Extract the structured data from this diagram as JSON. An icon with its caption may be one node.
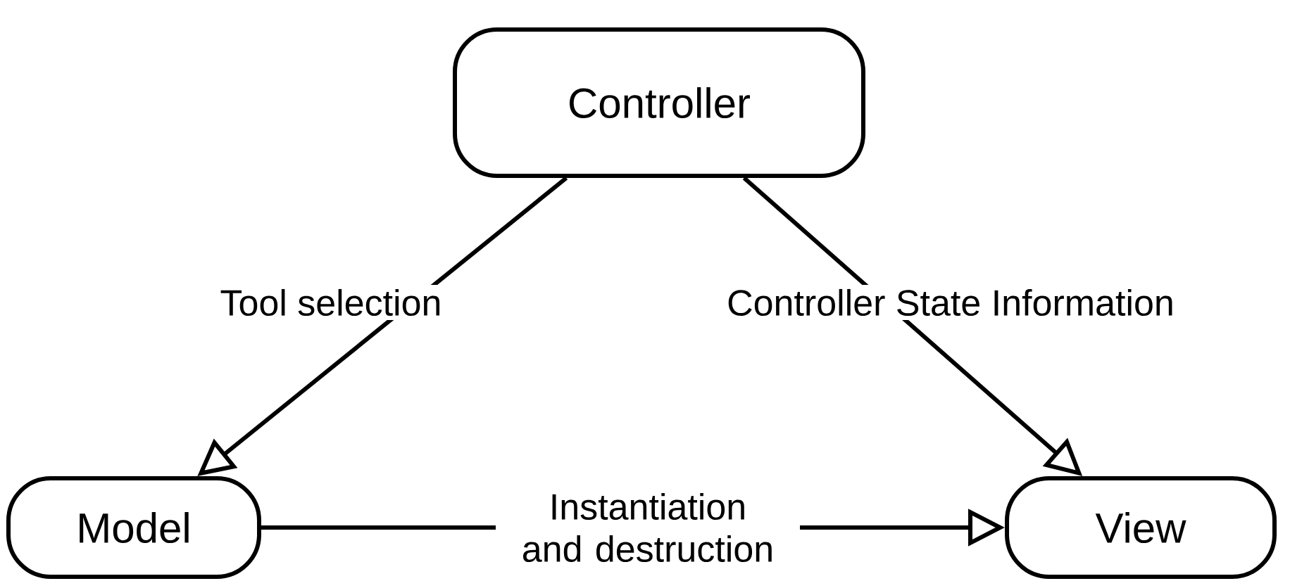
{
  "diagram": {
    "nodes": [
      {
        "text": [
          "Controller"
        ]
      },
      {
        "text": [
          "Model"
        ]
      },
      {
        "text": [
          "View"
        ]
      }
    ],
    "edges": [
      {
        "from": 0,
        "to": 1,
        "arrow": "to",
        "label": "Tool selection"
      },
      {
        "from": 0,
        "to": 2,
        "arrow": "to",
        "label": "Controller State Information"
      },
      {
        "from": 1,
        "to": 2,
        "arrow": "to",
        "label": "Instantiation and destruction"
      }
    ]
  }
}
